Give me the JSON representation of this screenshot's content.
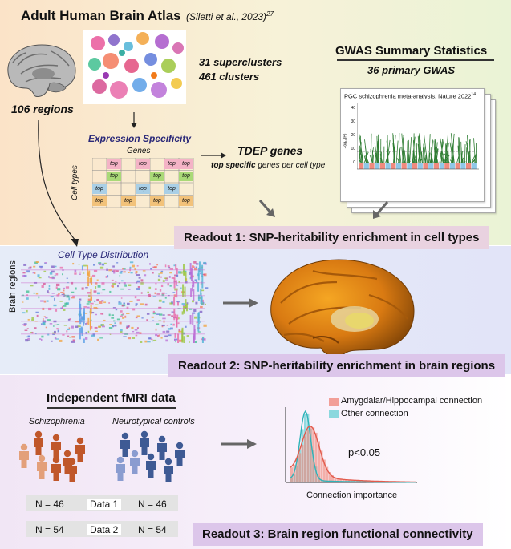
{
  "panel1": {
    "atlas_title": "Adult Human Brain Atlas",
    "atlas_citation": "(Siletti et al., 2023)",
    "atlas_ref": "27",
    "regions_label": "106 regions",
    "superclusters_label": "31 superclusters",
    "clusters_label": "461 clusters",
    "expression_title": "Expression Specificity",
    "genes_label": "Genes",
    "cell_types_label": "Cell types",
    "top_label": "top",
    "tdep_title": "TDEP genes",
    "tdep_sub_bold": "top specific",
    "tdep_sub_rest": " genes per cell type",
    "gwas_title": "GWAS Summary Statistics",
    "gwas_sub": "36 primary GWAS",
    "manhattan_title": "PGC schizophrenia meta-analysis, Nature 2022",
    "manhattan_ref": "14",
    "manhattan_ylabel": "-log₁₀(P)",
    "manhattan_yticks": [
      "40",
      "30",
      "20",
      "10",
      "0"
    ],
    "readout1": "Readout 1: SNP-heritability enrichment in cell types"
  },
  "panel2": {
    "distribution_title": "Cell Type Distribution",
    "brain_regions_label": "Brain regions",
    "readout2": "Readout 2: SNP-heritability enrichment in brain regions"
  },
  "panel3": {
    "fmri_title": "Independent fMRI data",
    "group1_label": "Schizophrenia",
    "group2_label": "Neurotypical controls",
    "rows": [
      {
        "left": "N = 46",
        "data": "Data 1",
        "right": "N = 46"
      },
      {
        "left": "N = 54",
        "data": "Data 2",
        "right": "N = 54"
      }
    ],
    "legend": [
      {
        "label": "Amygdalar/Hippocampal connection",
        "color": "#f08a7e"
      },
      {
        "label": "Other connection",
        "color": "#6fd1d6"
      }
    ],
    "p_value": "p<0.05",
    "xlabel": "Connection importance",
    "readout3": "Readout 3: Brain region functional connectivity"
  },
  "colors": {
    "schizophrenia_dark": "#c0572a",
    "schizophrenia_light": "#e3a07a",
    "control_dark": "#3e5a94",
    "control_light": "#8a9cd0"
  }
}
